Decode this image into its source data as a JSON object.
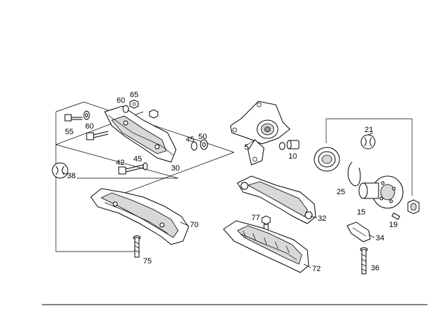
{
  "diagram": {
    "callouts": [
      "65",
      "60",
      "60",
      "55",
      "50",
      "45",
      "45",
      "42",
      "30",
      "5",
      "10",
      "38",
      "70",
      "75",
      "21",
      "25",
      "15",
      "19",
      "32",
      "77",
      "34",
      "72",
      "36"
    ]
  }
}
